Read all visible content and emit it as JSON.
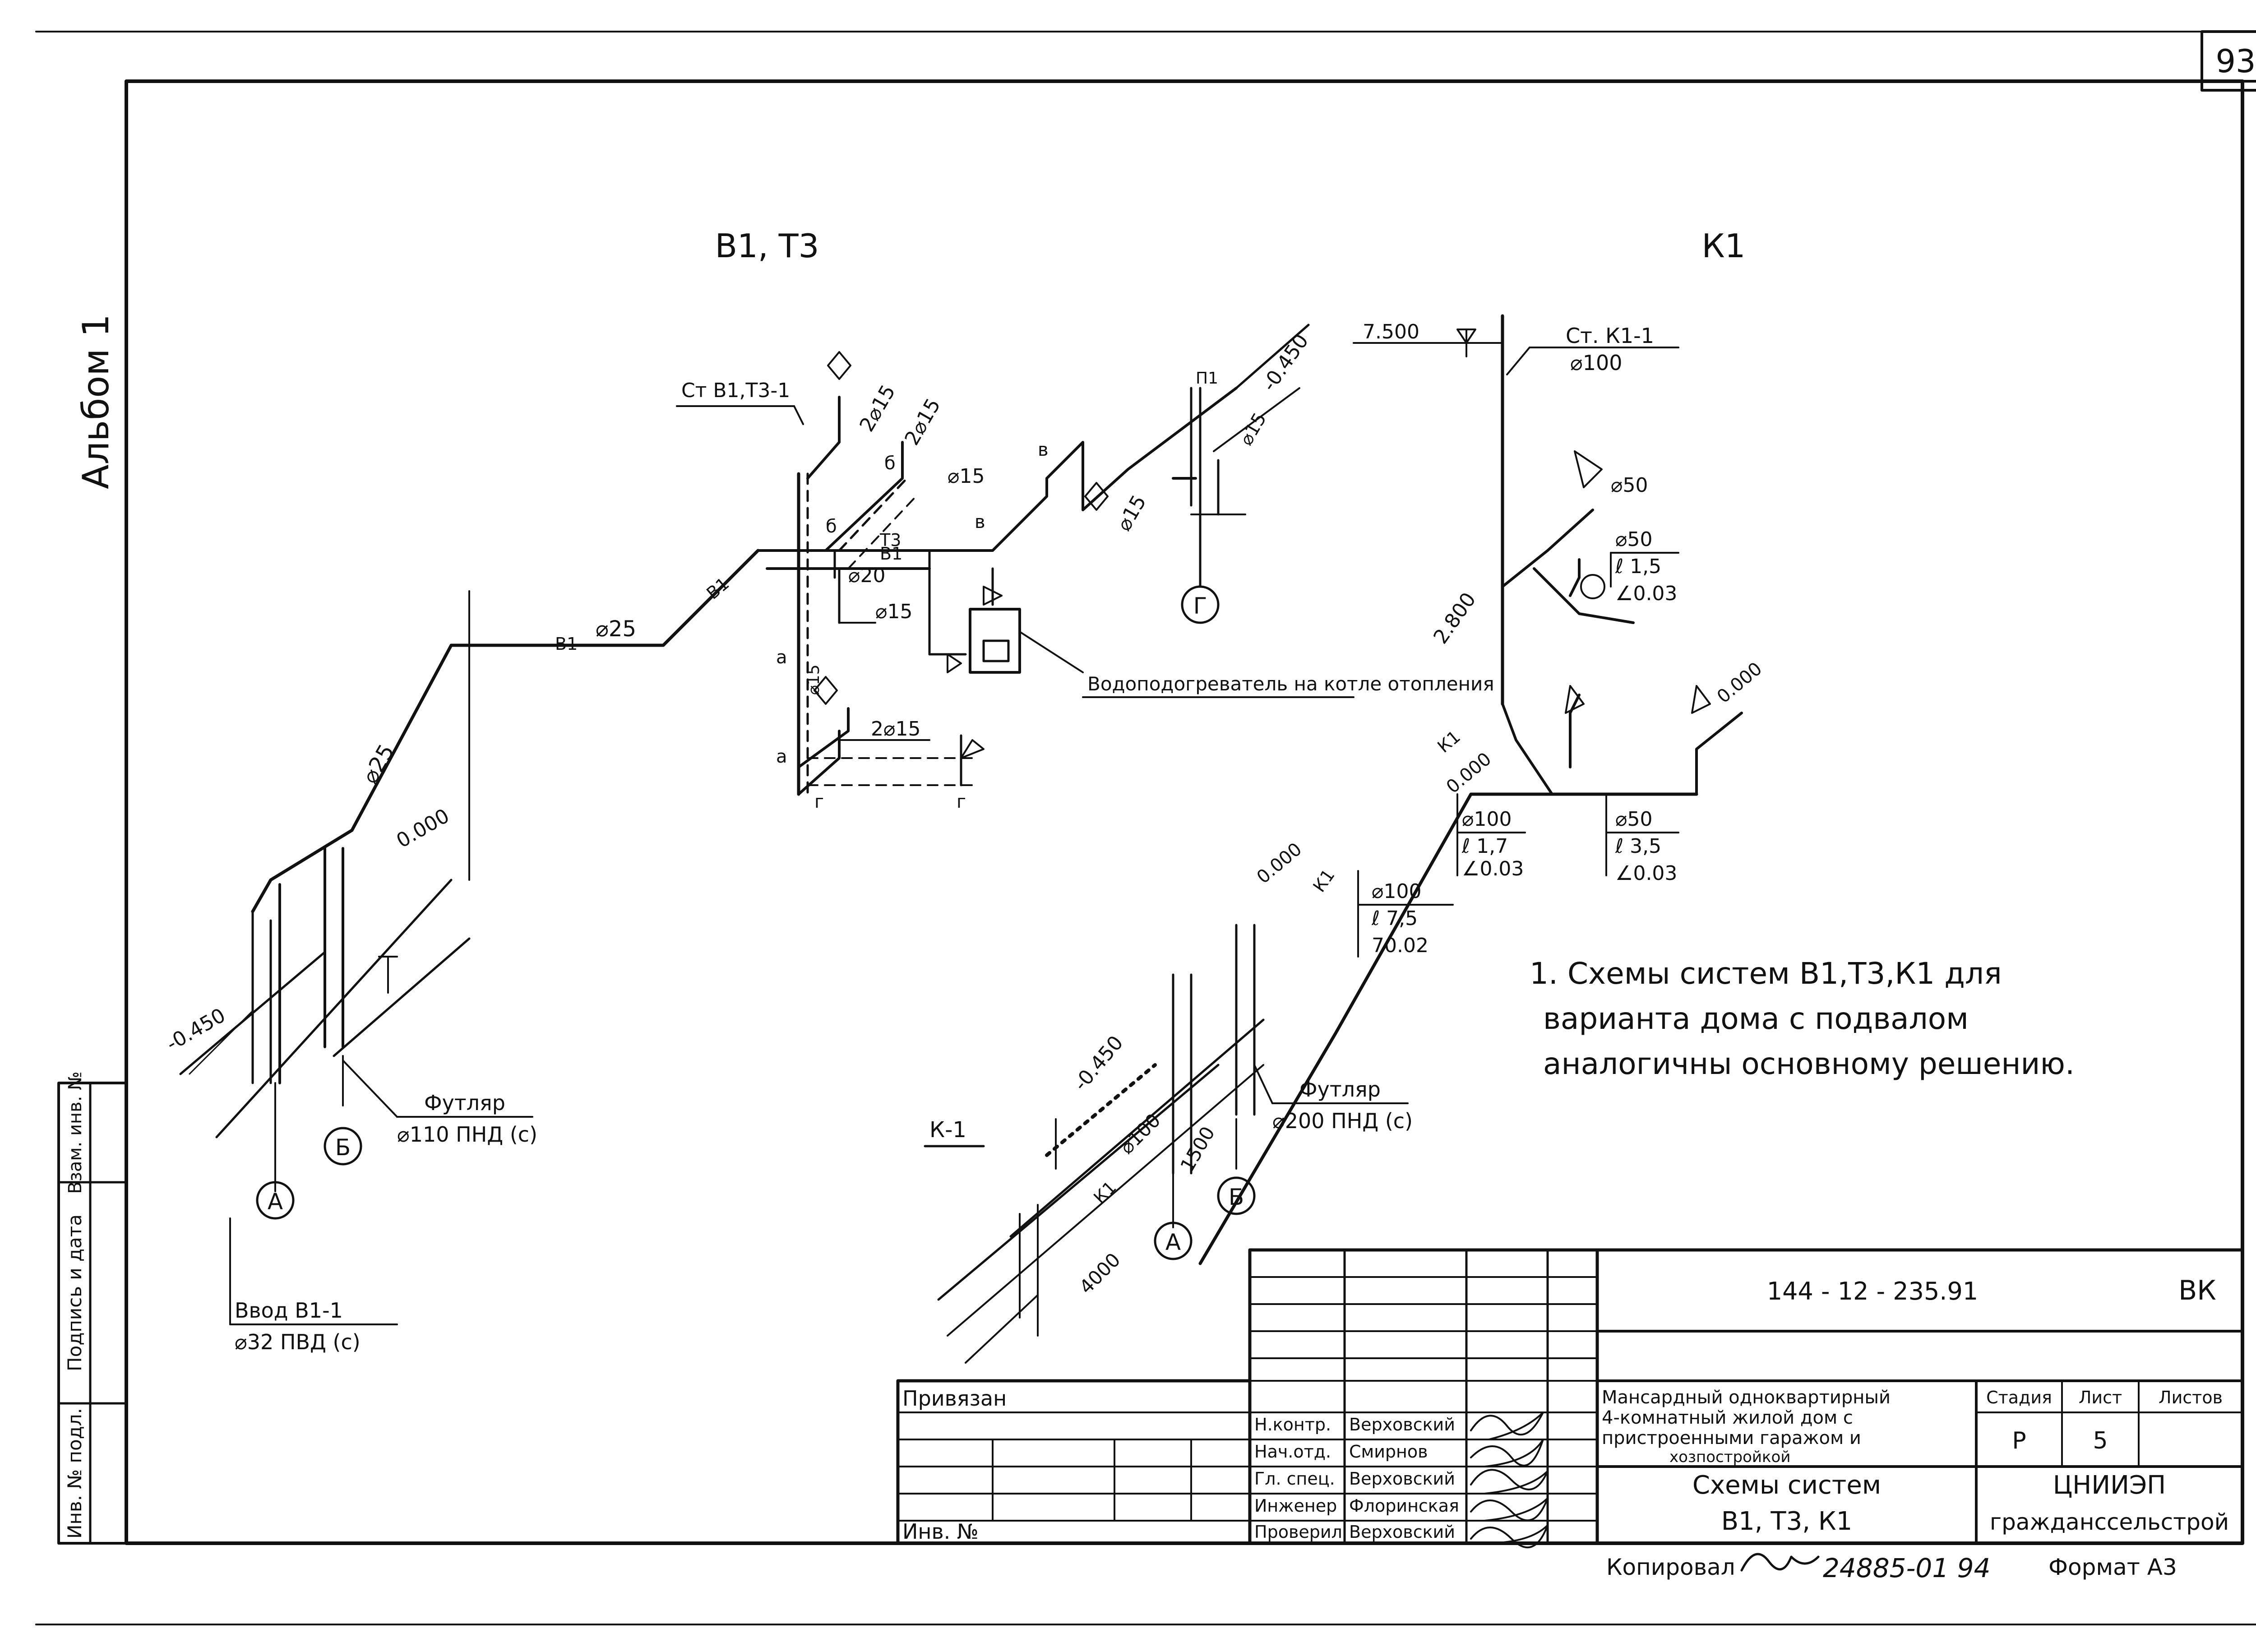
{
  "sheet": {
    "number": "93",
    "album": "Альбом 1",
    "side_stamp": [
      "Инв. № подл.",
      "Подпись и дата",
      "Взам. инв. №"
    ]
  },
  "scheme_titles": {
    "left": "В1, Т3",
    "right": "К1"
  },
  "left_scheme": {
    "riser": "Ст В1,Т3-1",
    "pipes": [
      "В1",
      "В1",
      "Т3",
      "В1"
    ],
    "diameters": [
      "⌀25",
      "⌀25",
      "⌀20",
      "⌀15",
      "⌀15",
      "⌀15",
      "⌀15",
      "2⌀15",
      "2⌀15",
      "2⌀15",
      "⌀15"
    ],
    "letters": [
      "а",
      "а",
      "б",
      "б",
      "в",
      "в",
      "г",
      "г",
      "П1"
    ],
    "elevations": [
      "-0.450",
      "0.000",
      "-0.450"
    ],
    "heater": "Водоподогреватель на котле отопления",
    "sleeve": {
      "label": "Футляр",
      "spec": "⌀110 ПНД (с)"
    },
    "inlet": {
      "label": "Ввод В1-1",
      "spec": "⌀32 ПВД (с)"
    },
    "axes": [
      "А",
      "Б",
      "Г"
    ]
  },
  "right_scheme": {
    "riser": {
      "label": "Ст. К1-1",
      "diameter": "⌀100"
    },
    "elevations": [
      "7.500",
      "2.800",
      "0.000",
      "0.000",
      "0.000",
      "-0.450"
    ],
    "annotations": [
      {
        "d": "⌀50",
        "l": "",
        "slope": ""
      },
      {
        "d": "⌀50",
        "l": "ℓ 1,5",
        "slope": "∠0.03"
      },
      {
        "d": "⌀100",
        "l": "ℓ 1,7",
        "slope": "∠0.03"
      },
      {
        "d": "⌀50",
        "l": "ℓ 3,5",
        "slope": "∠0.03"
      },
      {
        "d": "⌀100",
        "l": "ℓ 7,5",
        "slope": "70.02"
      }
    ],
    "pipe_labels": [
      "К1",
      "К1",
      "К1",
      "⌀100"
    ],
    "dims": [
      "1500",
      "4000"
    ],
    "section": "К-1",
    "sleeve": {
      "label": "Футляр",
      "spec": "⌀200 ПНД (с)"
    },
    "axes": [
      "А",
      "Б"
    ]
  },
  "note": [
    "1. Схемы систем В1,Т3,К1 для",
    "варианта дома с подвалом",
    "аналогичны основному решению."
  ],
  "title_block": {
    "code": "144 - 12 - 235.91",
    "mark": "ВК",
    "bound": "Привязан",
    "inv": "Инв. №",
    "roles": [
      {
        "role": "Н.контр.",
        "name": "Верховский"
      },
      {
        "role": "Нач.отд.",
        "name": "Смирнов"
      },
      {
        "role": "Гл. спец.",
        "name": "Верховский"
      },
      {
        "role": "Инженер",
        "name": "Флоринская"
      },
      {
        "role": "Проверил",
        "name": "Верховский"
      }
    ],
    "project": [
      "Мансардный одноквартирный",
      "4-комнатный жилой дом с",
      "пристроенными гаражом и",
      "хозпостройкой"
    ],
    "title": [
      "Схемы систем",
      "В1, Т3, К1"
    ],
    "stage_label": "Стадия",
    "stage": "Р",
    "sheet_label": "Лист",
    "sheet": "5",
    "sheets_label": "Листов",
    "sheets": "",
    "org": [
      "ЦНИИЭП",
      "гражданссельстрой"
    ]
  },
  "footer": {
    "copied": "Копировал",
    "order": "24885-01 94",
    "format": "Формат А3"
  }
}
